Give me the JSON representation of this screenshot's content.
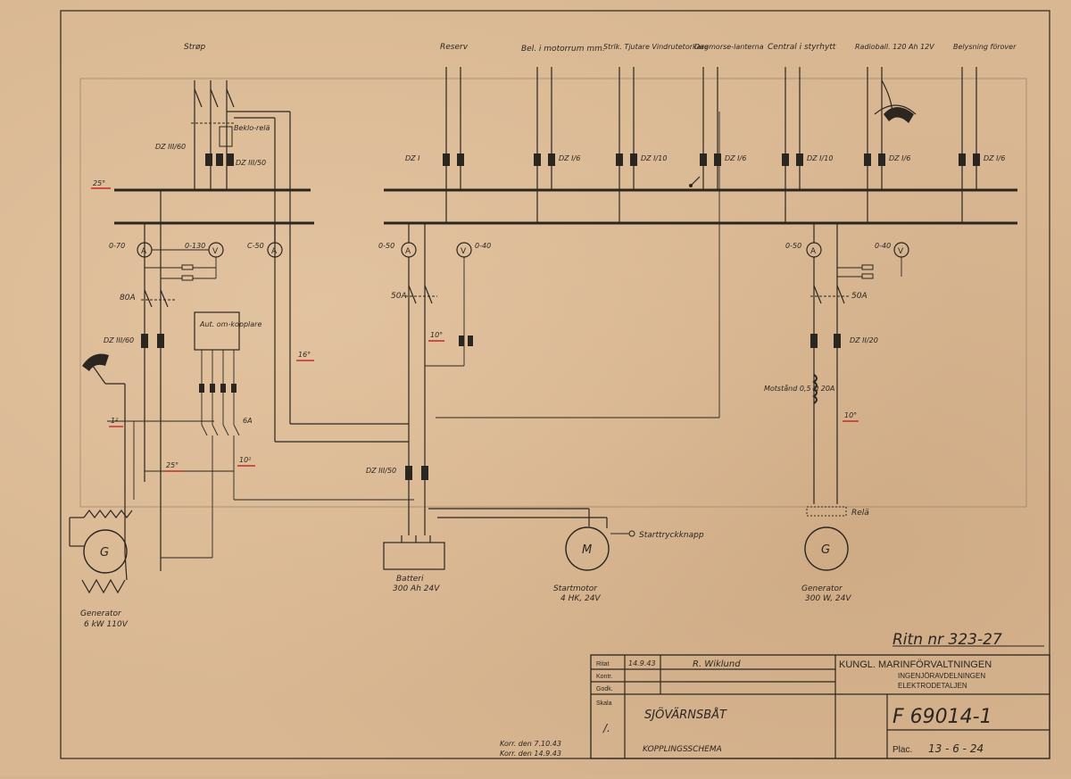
{
  "feeders": [
    {
      "label": "Strøp",
      "fuse": "DZ III/60"
    },
    {
      "label": "Reserv",
      "fuse": "DZ I"
    },
    {
      "label": "Bel. i motorrum mm.",
      "fuse": "DZ I/6"
    },
    {
      "label": "Strlk. Tjutare Vindrutetorkare",
      "fuse": "DZ I/10"
    },
    {
      "label": "Dagmorse-lanterna",
      "fuse": "DZ I/6"
    },
    {
      "label": "Central i styrhytt",
      "fuse": "DZ I/10"
    },
    {
      "label": "Radioball. 120 Ah 12V",
      "fuse": "DZ I/6"
    },
    {
      "label": "Belysning förover",
      "fuse": "DZ I/6"
    }
  ],
  "relay_label": "Beklo-relä",
  "relay_fuse": "DZ III/50",
  "meters": [
    {
      "symbol": "A",
      "range": "0-70"
    },
    {
      "symbol": "V",
      "range": "0-130"
    },
    {
      "symbol": "A",
      "range": "C-50"
    },
    {
      "symbol": "A",
      "range": "0-50"
    },
    {
      "symbol": "V",
      "range": "0-40"
    },
    {
      "symbol": "A",
      "range": "0-50"
    },
    {
      "symbol": "V",
      "range": "0-40"
    }
  ],
  "switches": {
    "left": "80A",
    "mid": "50A",
    "right": "50A",
    "six": "6A"
  },
  "changeover": "Aut. om-kopplare",
  "fuse_left_gen": "DZ III/60",
  "fuse_battery": "DZ III/50",
  "fuse_right_gen": "DZ II/20",
  "resistor": "Motstånd 0,5 Ω 20A",
  "wire_sizes": [
    "25°",
    "16°",
    "10°",
    "1²",
    "25°",
    "10²",
    "10°"
  ],
  "relay_bottom": "Relä",
  "start_button": "Starttryckknapp",
  "components": [
    {
      "symbol": "G",
      "name": "Generator",
      "spec": "6 kW 110V"
    },
    {
      "symbol": "",
      "name": "Batteri",
      "spec": "300 Ah 24V"
    },
    {
      "symbol": "M",
      "name": "Startmotor",
      "spec": "4 HK, 24V"
    },
    {
      "symbol": "G",
      "name": "Generator",
      "spec": "300 W, 24V"
    }
  ],
  "drawing_number": "Ritn nr 323-27",
  "revisions": [
    "Korr. den 7.10.43",
    "Korr. den 14.9.43"
  ],
  "title_block": {
    "rows": [
      "Ritat",
      "Kontr.",
      "Godk."
    ],
    "date": "14.9.43",
    "signature": "R. Wiklund",
    "scale_label": "Skala",
    "scale_value": "/.",
    "organization": "KUNGL. MARINFÖRVALTNINGEN",
    "department": "INGENJÖRAVDELNINGEN",
    "sub_department": "ELEKTRODETALJEN",
    "title": "SJÖVÄRNSBÅT",
    "subtitle": "KOPPLINGSSCHEMA",
    "number": "F 69014-1",
    "plac_label": "Plac.",
    "plac_value": "13 - 6 - 24"
  },
  "colors": {
    "paper": "#d8b792",
    "ink": "#2b2620",
    "red": "#c42a2a"
  }
}
